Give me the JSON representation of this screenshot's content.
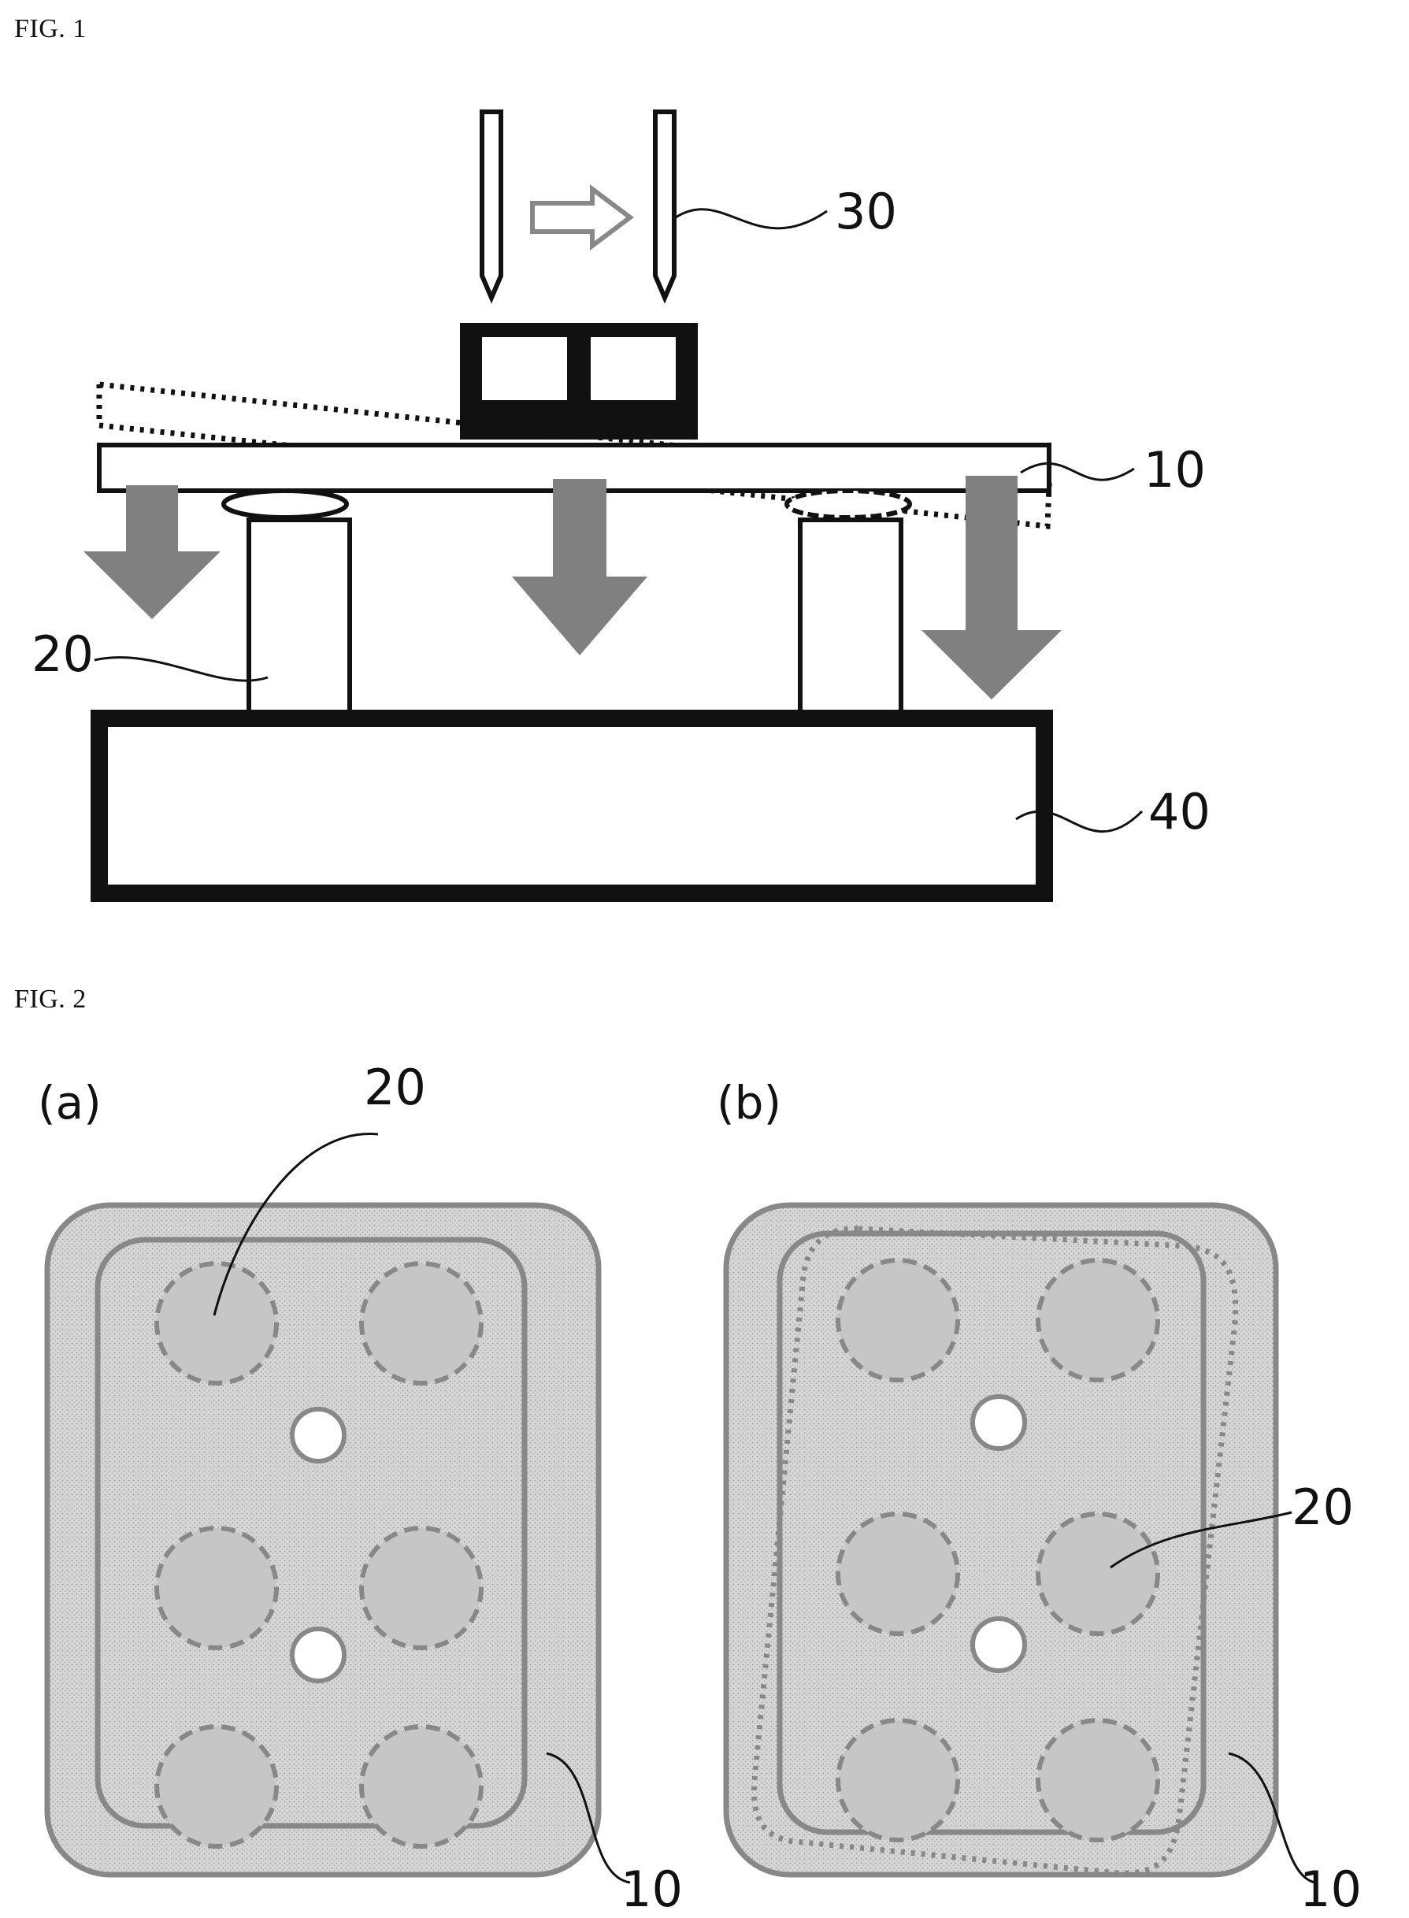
{
  "fig1": {
    "title": "FIG. 1",
    "labels": {
      "probe": "30",
      "substrate": "10",
      "support_pin": "20",
      "stage": "40"
    }
  },
  "fig2": {
    "title": "FIG. 2",
    "panel_a": {
      "label": "(a)",
      "pin_ref": "20",
      "substrate_ref": "10"
    },
    "panel_b": {
      "label": "(b)",
      "pin_ref": "20",
      "substrate_ref": "10"
    }
  },
  "colors": {
    "line": "#111111",
    "arrow_gray": "#808080",
    "outline_gray": "#888888",
    "fill_stipple": "#cfcfcf"
  }
}
